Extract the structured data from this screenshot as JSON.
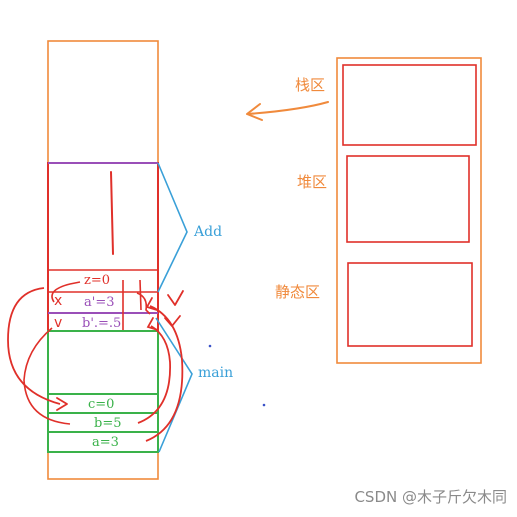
{
  "memory_regions": {
    "stack": "栈区",
    "heap": "堆区",
    "static": "静态区"
  },
  "frames": {
    "add": "Add",
    "main": "main"
  },
  "add_cells": {
    "z": "z=0",
    "a": "a'=3",
    "b": "b'.=.5"
  },
  "main_cells": {
    "c": "c=0",
    "b": "b=5",
    "a": "a=3"
  },
  "marks": {
    "cross": "x",
    "check": "v"
  },
  "watermark": "CSDN @木子斤欠木同",
  "colors": {
    "orange": "#f08a3c",
    "red": "#e0302a",
    "green": "#3ab24a",
    "blue": "#3aa0d8",
    "purple": "#9a4fb8"
  }
}
